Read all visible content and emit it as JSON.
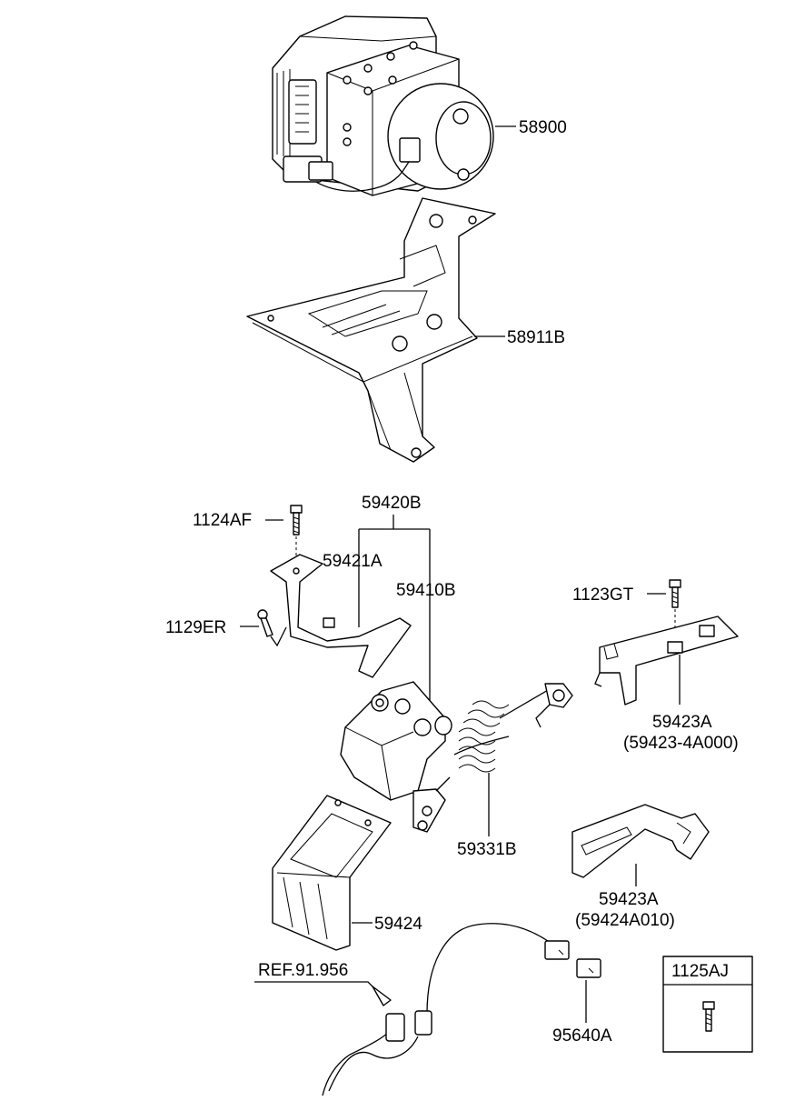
{
  "labels": {
    "abs_unit": "58900",
    "bracket_main": "58911B",
    "sensor_assy": "59420B",
    "bolt_upper": "1124AF",
    "sensor_bracket": "59421A",
    "sensor": "59410B",
    "bolt_lower": "1129ER",
    "bolt_right": "1123GT",
    "bracket_right": "59423A",
    "bracket_right_alt": "(59423-4A000)",
    "spring_link": "59331B",
    "bracket_lower_right": "59423A",
    "bracket_lower_right_alt": "(59424A010)",
    "bracket_bottom": "59424",
    "ref": "REF.91.956",
    "harness": "95640A",
    "box_bolt": "1125AJ"
  }
}
